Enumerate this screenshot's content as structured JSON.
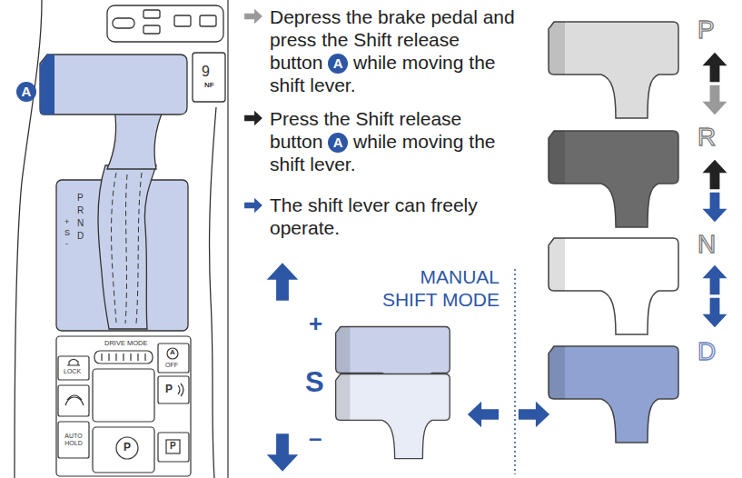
{
  "diagram": {
    "nodes": [
      {
        "text": [
          "A"
        ]
      },
      {
        "text": [
          "A"
        ]
      },
      {
        "text": [
          "A"
        ]
      }
    ],
    "labels": [
      "Depress the brake pedal and press the Shift release button",
      "while moving the shift lever.",
      "Press the Shift release button",
      "while moving the shift lever.",
      "The shift lever can freely operate.",
      "MANUAL SHIFT MODE",
      "+",
      "S",
      "–",
      "P",
      "R",
      "N",
      "D",
      "P",
      "R",
      "N",
      "D",
      "+",
      "S",
      "-",
      "DRIVE MODE",
      "LOCK",
      "AUTO HOLD",
      "A",
      "OFF",
      "P",
      "P",
      "P",
      "9",
      "NF"
    ]
  }
}
